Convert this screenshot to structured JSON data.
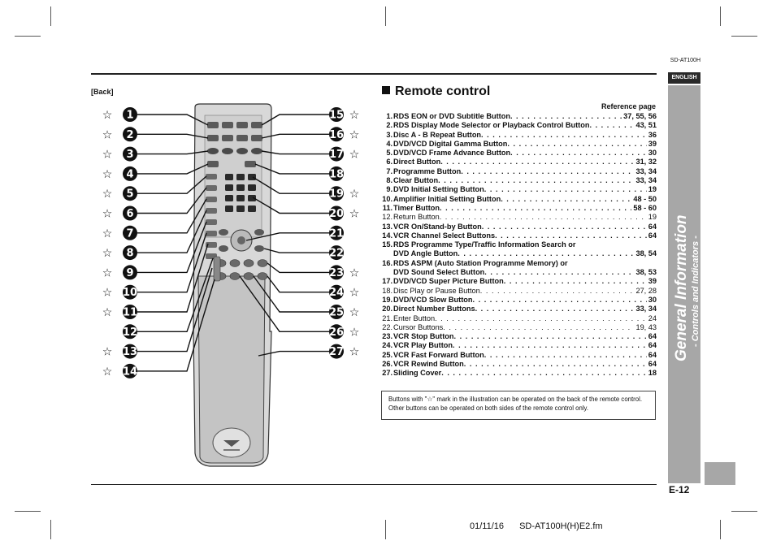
{
  "header": {
    "model": "SD-AT100H",
    "language_tab": "ENGLISH"
  },
  "figure": {
    "label": "[Back]",
    "left_callouts": [
      {
        "n": "1",
        "star": true
      },
      {
        "n": "2",
        "star": true
      },
      {
        "n": "3",
        "star": true
      },
      {
        "n": "4",
        "star": true
      },
      {
        "n": "5",
        "star": true
      },
      {
        "n": "6",
        "star": true
      },
      {
        "n": "7",
        "star": true
      },
      {
        "n": "8",
        "star": true
      },
      {
        "n": "9",
        "star": true
      },
      {
        "n": "10",
        "star": true
      },
      {
        "n": "11",
        "star": true
      },
      {
        "n": "12",
        "star": false
      },
      {
        "n": "13",
        "star": true
      },
      {
        "n": "14",
        "star": true
      }
    ],
    "right_callouts": [
      {
        "n": "15",
        "star": true
      },
      {
        "n": "16",
        "star": true
      },
      {
        "n": "17",
        "star": true
      },
      {
        "n": "18",
        "star": false
      },
      {
        "n": "19",
        "star": true
      },
      {
        "n": "20",
        "star": true
      },
      {
        "n": "21",
        "star": false
      },
      {
        "n": "22",
        "star": false
      },
      {
        "n": "23",
        "star": true
      },
      {
        "n": "24",
        "star": true
      },
      {
        "n": "25",
        "star": true
      },
      {
        "n": "26",
        "star": true
      },
      {
        "n": "27",
        "star": true
      }
    ],
    "star_symbol": "☆"
  },
  "remote": {
    "title": "Remote control",
    "reference_heading": "Reference page",
    "items": [
      {
        "num": "1.",
        "label": "RDS EON or DVD Subtitle Button",
        "page": "37, 55, 56",
        "bold": true
      },
      {
        "num": "2.",
        "label": "RDS Display Mode Selector or Playback Control Button",
        "page": "43, 51",
        "bold": true
      },
      {
        "num": "3.",
        "label": "Disc A - B Repeat Button",
        "page": "36",
        "bold": true
      },
      {
        "num": "4.",
        "label": "DVD/VCD Digital Gamma Button",
        "page": "39",
        "bold": true
      },
      {
        "num": "5.",
        "label": "DVD/VCD Frame Advance Button",
        "page": "30",
        "bold": true
      },
      {
        "num": "6.",
        "label": "Direct Button",
        "page": "31, 32",
        "bold": true
      },
      {
        "num": "7.",
        "label": "Programme Button",
        "page": "33, 34",
        "bold": true
      },
      {
        "num": "8.",
        "label": "Clear Button",
        "page": "33, 34",
        "bold": true
      },
      {
        "num": "9.",
        "label": "DVD Initial Setting Button",
        "page": "19",
        "bold": true
      },
      {
        "num": "10.",
        "label": "Amplifier Initial Setting Button",
        "page": "48 - 50",
        "bold": true
      },
      {
        "num": "11.",
        "label": "Timer Button",
        "page": "58 - 60",
        "bold": true
      },
      {
        "num": "12.",
        "label": "Return Button",
        "page": "19",
        "bold": false
      },
      {
        "num": "13.",
        "label": "VCR On/Stand-by Button",
        "page": "64",
        "bold": true
      },
      {
        "num": "14.",
        "label": "VCR Channel Select Buttons",
        "page": "64",
        "bold": true
      },
      {
        "num": "15.",
        "label": "RDS Programme Type/Traffic Information Search or",
        "page": "",
        "bold": true,
        "cont": true
      },
      {
        "num": "",
        "label": "DVD Angle Button",
        "page": "38, 54",
        "bold": true
      },
      {
        "num": "16.",
        "label": "RDS ASPM (Auto Station Programme Memory) or",
        "page": "",
        "bold": true,
        "cont": true
      },
      {
        "num": "",
        "label": "DVD Sound Select Button",
        "page": "38, 53",
        "bold": true
      },
      {
        "num": "17.",
        "label": "DVD/VCD Super Picture Button",
        "page": "39",
        "bold": true
      },
      {
        "num": "18.",
        "label": "Disc Play or Pause Button",
        "page": "27, 28",
        "bold": false
      },
      {
        "num": "19.",
        "label": "DVD/VCD Slow Button",
        "page": "30",
        "bold": true
      },
      {
        "num": "20.",
        "label": "Direct Number Buttons",
        "page": "33, 34",
        "bold": true
      },
      {
        "num": "21.",
        "label": "Enter Button",
        "page": "24",
        "bold": false
      },
      {
        "num": "22.",
        "label": "Cursor Buttons",
        "page": "19, 43",
        "bold": false
      },
      {
        "num": "23.",
        "label": "VCR Stop Button",
        "page": "64",
        "bold": true
      },
      {
        "num": "24.",
        "label": "VCR Play Button",
        "page": "64",
        "bold": true
      },
      {
        "num": "25.",
        "label": "VCR Fast Forward Button",
        "page": "64",
        "bold": true
      },
      {
        "num": "26.",
        "label": "VCR Rewind Button",
        "page": "64",
        "bold": true
      },
      {
        "num": "27.",
        "label": "Sliding Cover",
        "page": "18",
        "bold": true
      }
    ],
    "note": "Buttons with \"☆\" mark in the illustration can be operated on the back of the remote control. Other buttons can be operated on both sides of the remote control only."
  },
  "sidebar": {
    "title": "General Information",
    "subtitle": "- Controls and Indicators -"
  },
  "footer": {
    "page_number": "E-12",
    "date": "01/11/16",
    "filename": "SD-AT100H(H)E2.fm"
  },
  "colors": {
    "sidebar_grey": "#a7a7a7",
    "tab_dark": "#2a2a2a",
    "text": "#111111"
  }
}
